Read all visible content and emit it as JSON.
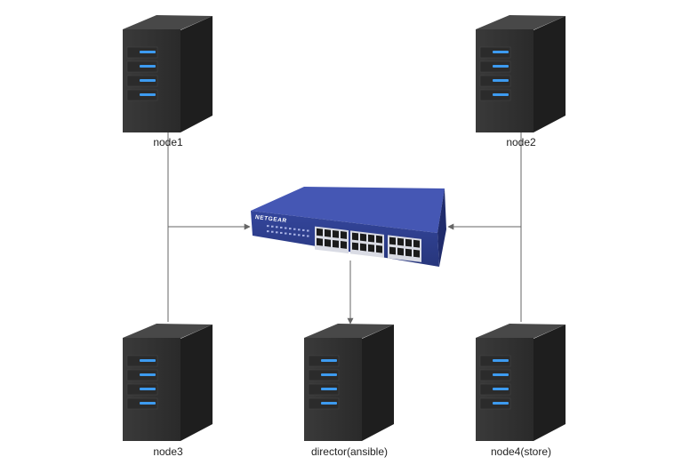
{
  "diagram": {
    "nodes": [
      {
        "id": "node1",
        "label": "node1",
        "kind": "server"
      },
      {
        "id": "node2",
        "label": "node2",
        "kind": "server"
      },
      {
        "id": "node3",
        "label": "node3",
        "kind": "server"
      },
      {
        "id": "director",
        "label": "director(ansible)",
        "kind": "server"
      },
      {
        "id": "node4",
        "label": "node4(store)",
        "kind": "server"
      }
    ],
    "switch": {
      "brand": "NETGEAR",
      "kind": "network-switch",
      "port_groups": 3,
      "ports_per_row": 4
    },
    "edges": [
      {
        "from": "node1",
        "to": "switch"
      },
      {
        "from": "node3",
        "to": "switch"
      },
      {
        "from": "node2",
        "to": "switch"
      },
      {
        "from": "node4",
        "to": "switch"
      },
      {
        "from": "switch",
        "to": "director"
      }
    ],
    "colors": {
      "server_body": "#333333",
      "server_side": "#1e1e1e",
      "server_led": "#3d9bf0",
      "switch_front": "#2e3d8e",
      "switch_top": "#4557b4",
      "switch_side": "#1f2b6b",
      "port_frame": "#d9dbe4",
      "line": "#666666"
    }
  }
}
